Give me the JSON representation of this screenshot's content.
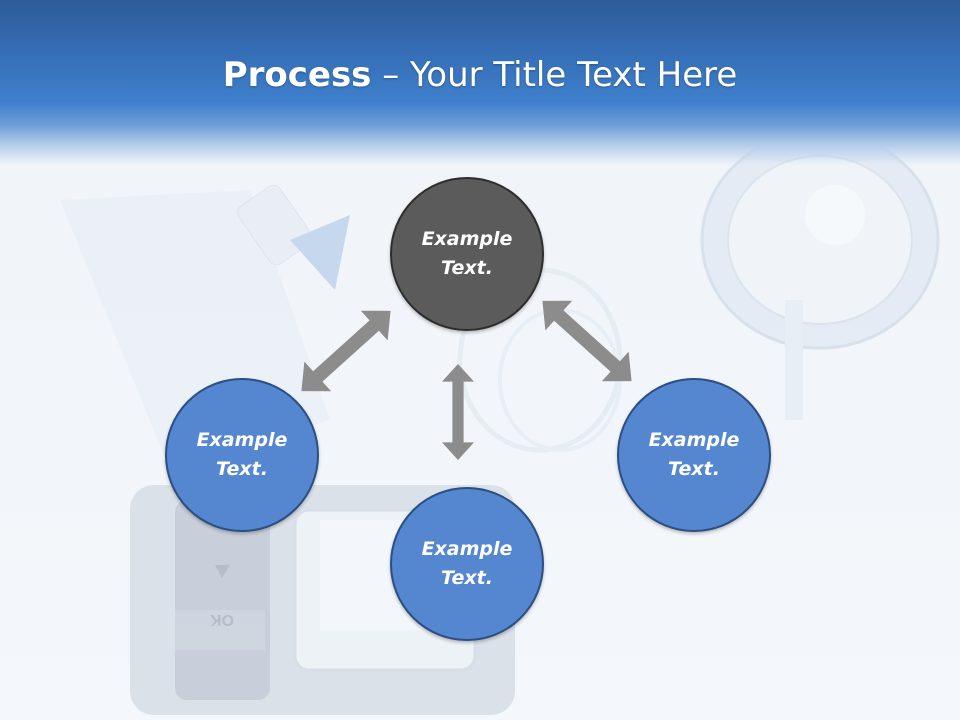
{
  "slide": {
    "title_bold": "Process",
    "title_rest": " – Your Title Text Here"
  },
  "diagram": {
    "nodes": [
      {
        "id": "top",
        "label": "Example\nText."
      },
      {
        "id": "left",
        "label": "Example\nText."
      },
      {
        "id": "bottom",
        "label": "Example\nText."
      },
      {
        "id": "right",
        "label": "Example\nText."
      }
    ]
  },
  "colors": {
    "header": "#3670b8",
    "node_blue": "#5586d0",
    "node_gray": "#5b5b5b",
    "arrow": "#8c8c8c"
  },
  "icons": [
    "double-arrow-icon"
  ]
}
